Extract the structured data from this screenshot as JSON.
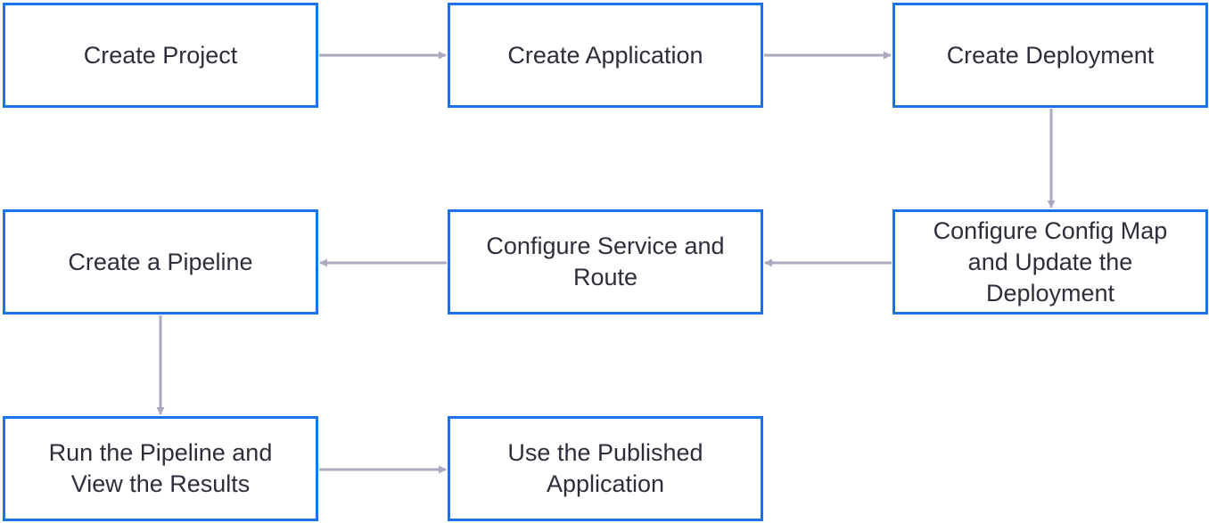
{
  "flow": {
    "steps": [
      {
        "label": "Create Project"
      },
      {
        "label": "Create Application"
      },
      {
        "label": "Create Deployment"
      },
      {
        "label": "Configure Config Map and Update the Deployment"
      },
      {
        "label": "Configure Service and Route"
      },
      {
        "label": "Create a Pipeline"
      },
      {
        "label": "Run the Pipeline and View the Results"
      },
      {
        "label": "Use the Published Application"
      }
    ]
  },
  "colors": {
    "box_border": "#1a73e8",
    "arrow": "#a9a9bf",
    "text": "#2e2e3a"
  }
}
